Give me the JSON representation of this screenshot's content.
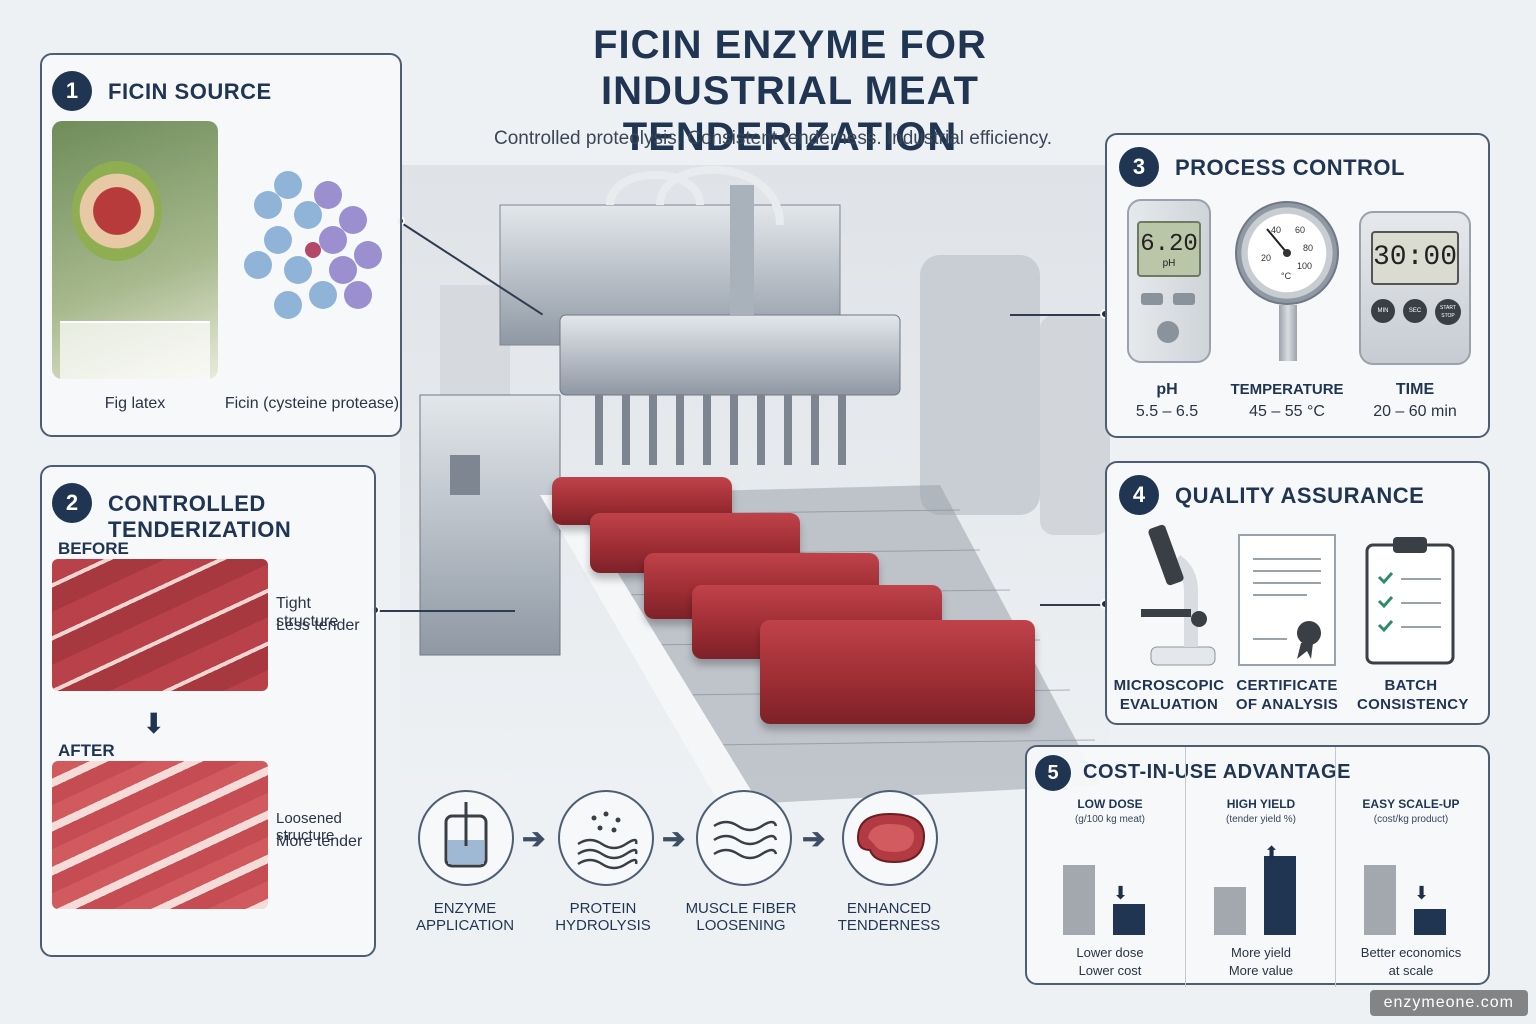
{
  "header": {
    "title_line1": "FICIN ENZYME FOR",
    "title_line2": "INDUSTRIAL MEAT TENDERIZATION",
    "subtitle": "Controlled proteolysis. Consistent tenderness. Industrial efficiency."
  },
  "panel1": {
    "number": "1",
    "title": "FICIN SOURCE",
    "caption_left": "Fig latex",
    "caption_right": "Ficin (cysteine protease)"
  },
  "panel2": {
    "number": "2",
    "title": "CONTROLLED TENDERIZATION",
    "before_label": "BEFORE",
    "before_note1": "Tight structure",
    "before_note2": "Less tender",
    "after_label": "AFTER",
    "after_note1": "Loosened structure",
    "after_note2": "More tender"
  },
  "panel3": {
    "number": "3",
    "title": "PROCESS CONTROL",
    "ph_display": "6.20",
    "ph_unit": "pH",
    "timer_display": "30:00",
    "gauge_ticks": [
      "20",
      "40",
      "60",
      "80",
      "100"
    ],
    "gauge_unit": "°C",
    "timer_buttons": [
      "MIN",
      "SEC",
      "START STOP"
    ],
    "params": [
      {
        "name": "pH",
        "value": "5.5 – 6.5"
      },
      {
        "name": "TEMPERATURE",
        "value": "45 – 55 °C"
      },
      {
        "name": "TIME",
        "value": "20 – 60 min"
      }
    ]
  },
  "panel4": {
    "number": "4",
    "title": "QUALITY ASSURANCE",
    "items": [
      {
        "line1": "MICROSCOPIC",
        "line2": "EVALUATION"
      },
      {
        "line1": "CERTIFICATE",
        "line2": "OF ANALYSIS"
      },
      {
        "line1": "BATCH",
        "line2": "CONSISTENCY"
      }
    ]
  },
  "panel5": {
    "number": "5",
    "title": "COST-IN-USE ADVANTAGE",
    "columns": [
      {
        "head": "LOW DOSE",
        "sub": "(g/100 kg meat)",
        "note1": "Lower dose",
        "note2": "Lower cost",
        "bars": [
          0.8,
          0.35
        ],
        "direction": "down"
      },
      {
        "head": "HIGH YIELD",
        "sub": "(tender yield %)",
        "note1": "More yield",
        "note2": "More value",
        "bars": [
          0.55,
          0.9
        ],
        "direction": "up"
      },
      {
        "head": "EASY SCALE-UP",
        "sub": "(cost/kg product)",
        "note1": "Better economics",
        "note2": "at scale",
        "bars": [
          0.8,
          0.3
        ],
        "direction": "down"
      }
    ]
  },
  "flow": [
    {
      "line1": "ENZYME",
      "line2": "APPLICATION"
    },
    {
      "line1": "PROTEIN",
      "line2": "HYDROLYSIS"
    },
    {
      "line1": "MUSCLE FIBER",
      "line2": "LOOSENING"
    },
    {
      "line1": "ENHANCED",
      "line2": "TENDERNESS"
    }
  ],
  "watermark": "enzymeone.com",
  "colors": {
    "navy": "#1f3552",
    "meat": "#b23a42",
    "steel": "#b9c0c8"
  }
}
